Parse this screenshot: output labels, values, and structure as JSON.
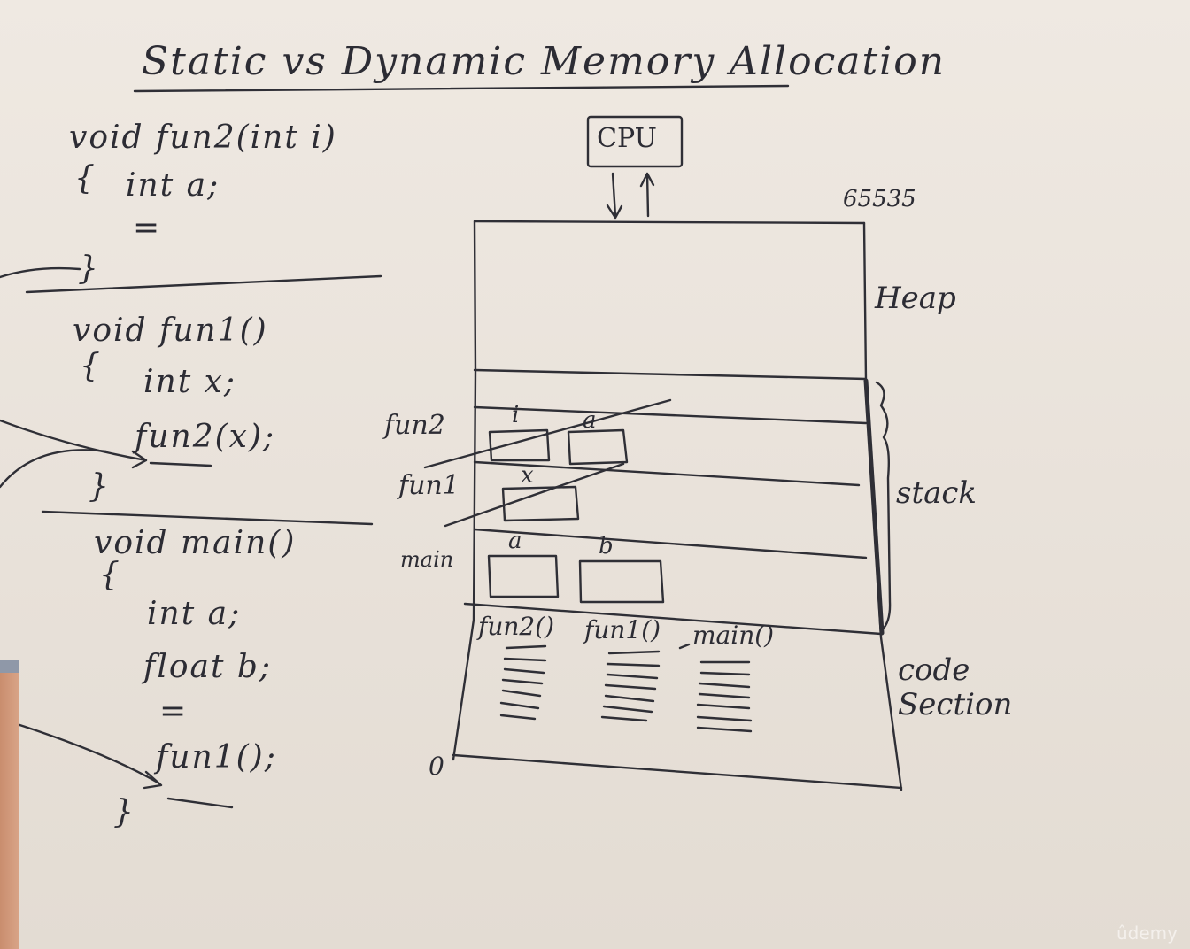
{
  "title": "Static vs Dynamic Memory Allocation",
  "code": {
    "fun2": {
      "signature": "void fun2(int i)",
      "open_brace": "{",
      "line1": "int a;",
      "line2": "=",
      "close_brace": "}"
    },
    "fun1": {
      "signature": "void fun1()",
      "open_brace": "{",
      "line1": "int x;",
      "line2": "fun2(x);",
      "close_brace": "}"
    },
    "main": {
      "signature": "void main()",
      "open_brace": "{",
      "line1": "int a;",
      "line2": "float b;",
      "line3": "=",
      "line4": "fun1();",
      "close_brace": "}"
    }
  },
  "memory": {
    "cpu_label": "CPU",
    "top_address": "65535",
    "bottom_address": "0",
    "heap_label": "Heap",
    "stack_label": "stack",
    "code_section_label": "code\nSection",
    "frames": [
      {
        "name": "fun2",
        "vars": [
          "i",
          "a"
        ]
      },
      {
        "name": "fun1",
        "vars": [
          "x"
        ]
      },
      {
        "name": "main",
        "vars": [
          "a",
          "b"
        ]
      }
    ],
    "code_functions": [
      "fun2()",
      "fun1()",
      "main()"
    ]
  },
  "watermark": "ûdemy"
}
